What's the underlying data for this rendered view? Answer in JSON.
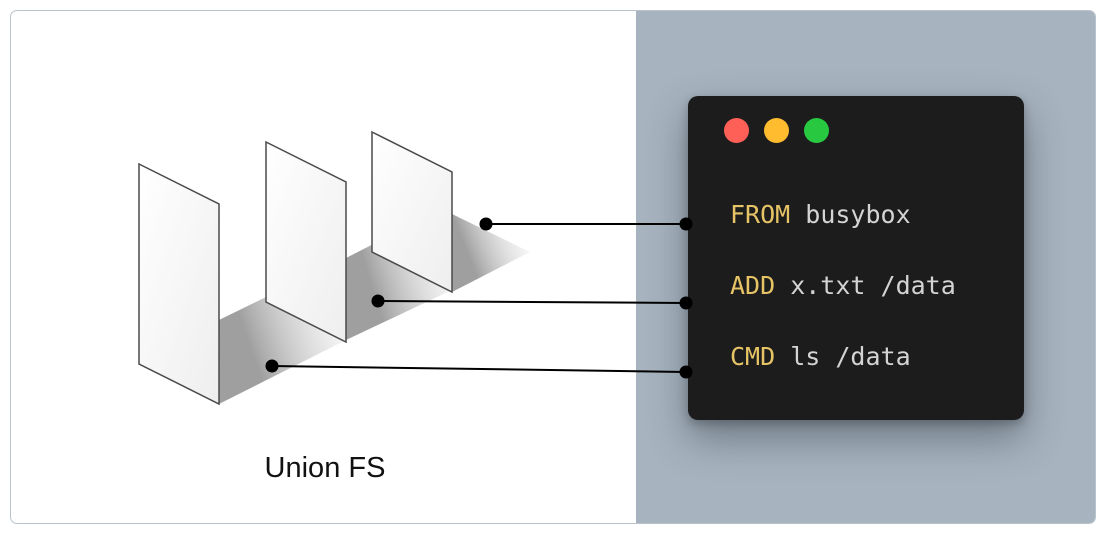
{
  "diagram": {
    "caption": "Union FS",
    "terminal": {
      "window_buttons": [
        {
          "name": "close",
          "color": "#fe5f57"
        },
        {
          "name": "minimize",
          "color": "#febc2e"
        },
        {
          "name": "maximize",
          "color": "#28c840"
        }
      ],
      "lines": [
        {
          "keyword": "FROM",
          "args": " busybox"
        },
        {
          "keyword": "ADD",
          "args": " x.txt /data"
        },
        {
          "keyword": "CMD",
          "args": " ls /data"
        }
      ]
    },
    "colors": {
      "panel_background": "#a7b3bf",
      "terminal_background": "#1c1c1d",
      "keyword": "#e6c466",
      "code_text": "#d4d4d4"
    }
  }
}
